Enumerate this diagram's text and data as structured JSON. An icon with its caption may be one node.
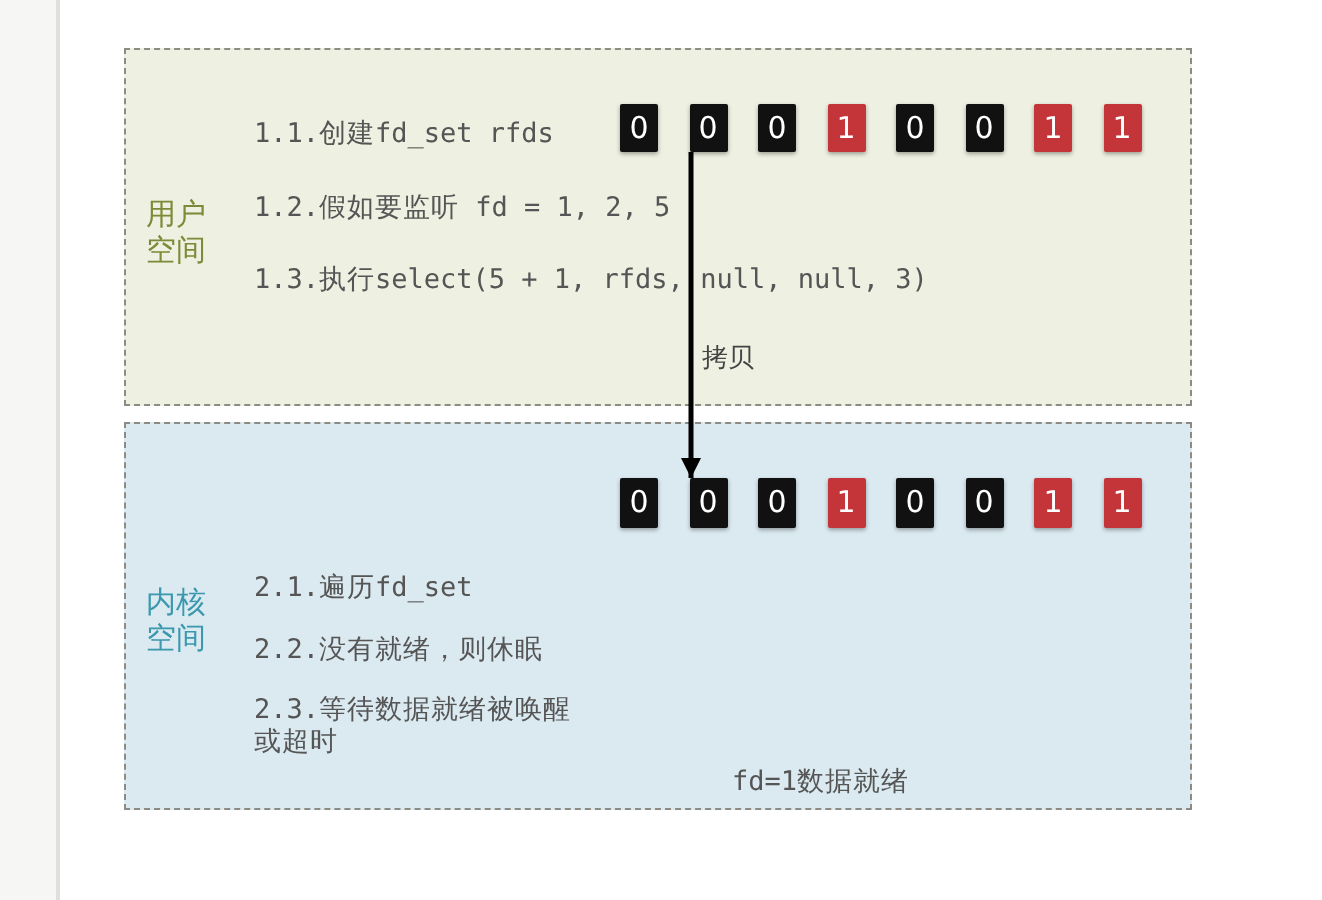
{
  "diagram": {
    "nodes": [
      {
        "text": [
          "用户空间",
          "1.1.创建fd_set rfds",
          "1.2.假如要监听 fd = 1, 2, 5",
          "1.3.执行select(5 + 1, rfds, null, null, 3)"
        ]
      },
      {
        "text": [
          "0"
        ],
        "in": 0
      },
      {
        "text": [
          "0"
        ],
        "in": 0
      },
      {
        "text": [
          "0"
        ],
        "in": 0
      },
      {
        "text": [
          "1"
        ],
        "in": 0
      },
      {
        "text": [
          "0"
        ],
        "in": 0
      },
      {
        "text": [
          "0"
        ],
        "in": 0
      },
      {
        "text": [
          "1"
        ],
        "in": 0
      },
      {
        "text": [
          "1"
        ],
        "in": 0
      },
      {
        "text": [
          "内核空间",
          "2.1.遍历fd_set",
          "2.2.没有就绪，则休眠",
          "2.3.等待数据就绪被唤醒或超时",
          "fd=1数据就绪"
        ]
      },
      {
        "text": [
          "0"
        ],
        "in": 9
      },
      {
        "text": [
          "0"
        ],
        "in": 9
      },
      {
        "text": [
          "0"
        ],
        "in": 9
      },
      {
        "text": [
          "1"
        ],
        "in": 9
      },
      {
        "text": [
          "0"
        ],
        "in": 9
      },
      {
        "text": [
          "0"
        ],
        "in": 9
      },
      {
        "text": [
          "1"
        ],
        "in": 9
      },
      {
        "text": [
          "1"
        ],
        "in": 9
      }
    ],
    "edges": [
      {
        "from": 2,
        "to": 11,
        "arrow": "to",
        "label": "拷贝"
      }
    ]
  }
}
